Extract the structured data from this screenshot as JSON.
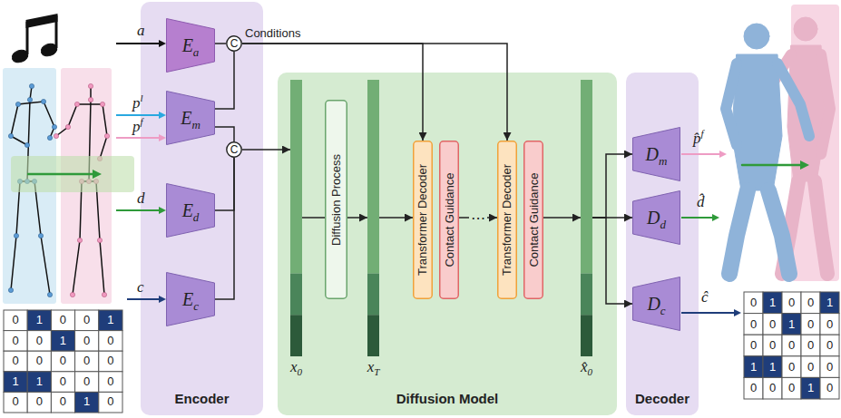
{
  "diagram": {
    "nodes": [
      {
        "text": [
          "Encoder"
        ]
      },
      {
        "text": [
          "Ea"
        ],
        "in": 0
      },
      {
        "text": [
          "Em"
        ],
        "in": 0
      },
      {
        "text": [
          "Ed"
        ],
        "in": 0
      },
      {
        "text": [
          "Ec"
        ],
        "in": 0
      },
      {
        "text": [
          "C"
        ],
        "in": 0
      },
      {
        "text": [
          "C"
        ],
        "in": 0
      },
      {
        "text": [
          "Diffusion Model"
        ]
      },
      {
        "text": [
          "x0"
        ],
        "in": 7
      },
      {
        "text": [
          "Diffusion Process"
        ],
        "in": 7
      },
      {
        "text": [
          "xT"
        ],
        "in": 7
      },
      {
        "text": [
          "Transformer Decoder"
        ],
        "in": 7
      },
      {
        "text": [
          "Contact Guidance"
        ],
        "in": 7
      },
      {
        "text": [
          "Transformer Decoder"
        ],
        "in": 7
      },
      {
        "text": [
          "Contact Guidance"
        ],
        "in": 7
      },
      {
        "text": [
          "x̂0"
        ],
        "in": 7
      },
      {
        "text": [
          "Decoder"
        ]
      },
      {
        "text": [
          "Dm"
        ],
        "in": 16
      },
      {
        "text": [
          "Dd"
        ],
        "in": 16
      },
      {
        "text": [
          "Dc"
        ],
        "in": 16
      }
    ],
    "edges": [
      {
        "from": 1,
        "to": 5,
        "arrow": "none"
      },
      {
        "from": 2,
        "to": 5,
        "arrow": "none"
      },
      {
        "from": 2,
        "to": 6,
        "arrow": "none"
      },
      {
        "from": 3,
        "to": 6,
        "arrow": "none"
      },
      {
        "from": 4,
        "to": 6,
        "arrow": "none"
      },
      {
        "from": 6,
        "to": 8,
        "arrow": "to"
      },
      {
        "from": 5,
        "to": 11,
        "arrow": "to"
      },
      {
        "from": 5,
        "to": 13,
        "arrow": "to"
      },
      {
        "from": 8,
        "to": 9,
        "arrow": "none"
      },
      {
        "from": 9,
        "to": 10,
        "arrow": "to"
      },
      {
        "from": 10,
        "to": 11,
        "arrow": "to"
      },
      {
        "from": 12,
        "to": 13,
        "label": "⋯",
        "arrow": "to"
      },
      {
        "from": 14,
        "to": 15,
        "arrow": "to"
      },
      {
        "from": 15,
        "to": 17,
        "arrow": "to"
      },
      {
        "from": 15,
        "to": 18,
        "arrow": "to"
      },
      {
        "from": 15,
        "to": 19,
        "arrow": "to"
      }
    ],
    "labels": [
      "a",
      "pl",
      "pf",
      "d",
      "c",
      "Conditions",
      "p̂f",
      "d̂",
      "ĉ",
      "0",
      "1",
      "0",
      "0",
      "1",
      "0",
      "0",
      "1",
      "0",
      "0",
      "0",
      "0",
      "0",
      "0",
      "0",
      "1",
      "1",
      "0",
      "0",
      "0",
      "0",
      "0",
      "0",
      "1",
      "0",
      "0",
      "1",
      "0",
      "0",
      "1",
      "0",
      "0",
      "1",
      "0",
      "0",
      "0",
      "0",
      "0",
      "0",
      "0",
      "1",
      "1",
      "0",
      "0",
      "0",
      "0",
      "0",
      "0",
      "1",
      "0"
    ]
  }
}
